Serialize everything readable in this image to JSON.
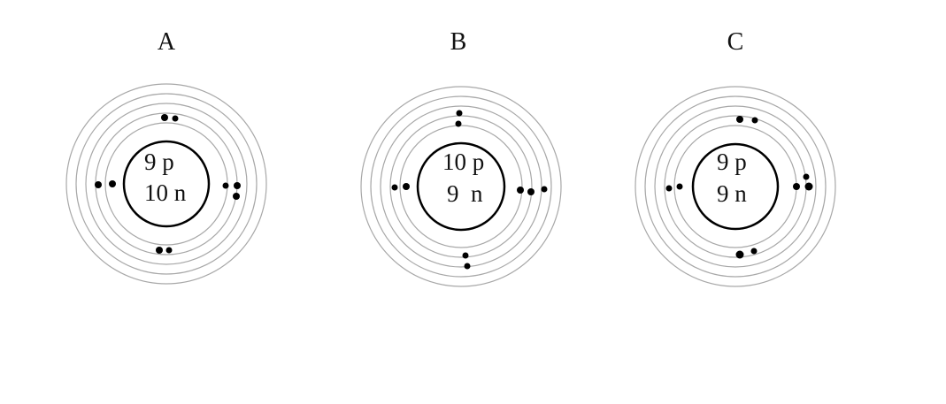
{
  "atoms": [
    {
      "label": "A",
      "protons": "9 p",
      "neutrons": "10 n"
    },
    {
      "label": "B",
      "protons": "10 p",
      "neutrons": "9  n"
    },
    {
      "label": "C",
      "protons": "9 p",
      "neutrons": "9 n"
    }
  ]
}
